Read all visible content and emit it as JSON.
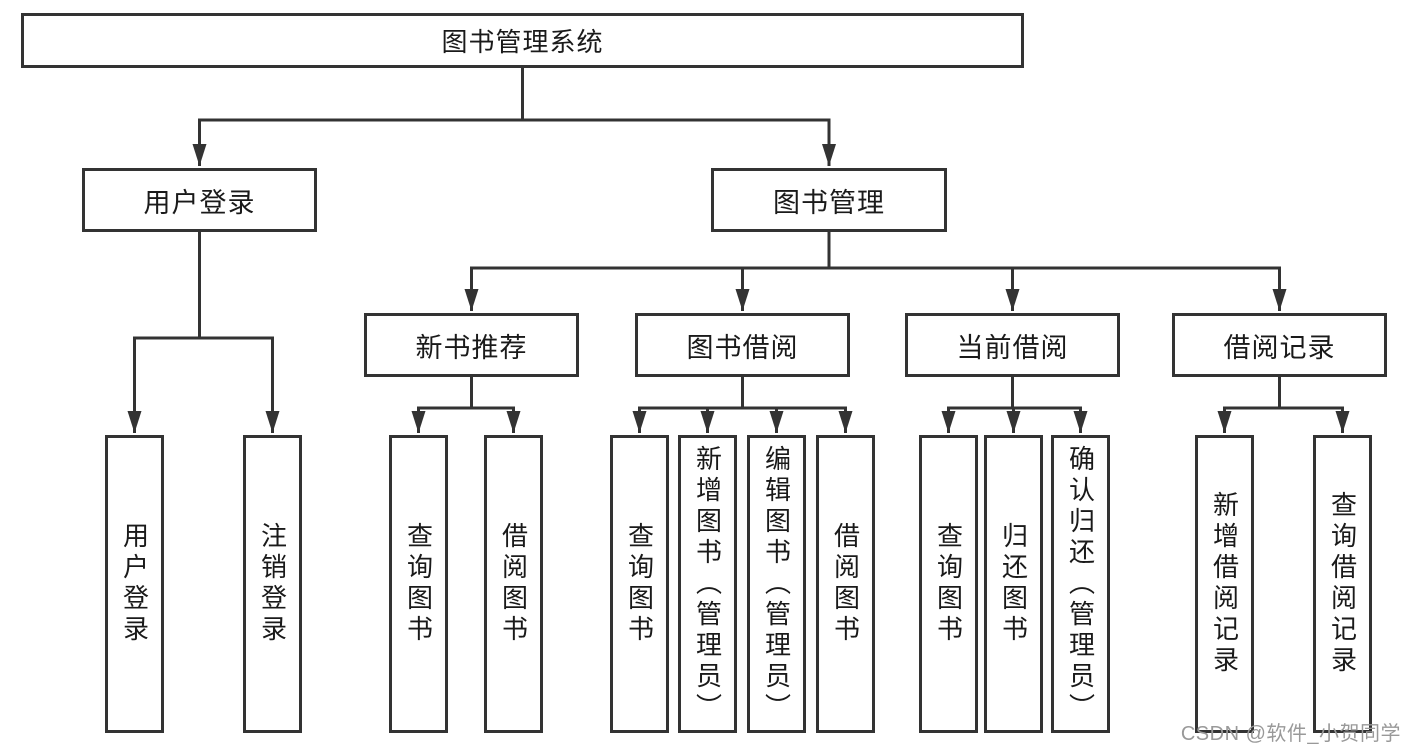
{
  "diagram": {
    "title": "图书管理系统",
    "type": "function-structure-tree"
  },
  "colors": {
    "line": "#333333",
    "border": "#333333",
    "text": "#1a1a1a",
    "background": "#ffffff",
    "watermark": "#999999"
  },
  "watermark": {
    "text": "CSDN @软件_小贺同学"
  },
  "nodes": {
    "root": {
      "label": "图书管理系统"
    },
    "user_login": {
      "label": "用户登录"
    },
    "book_mgmt": {
      "label": "图书管理"
    },
    "new_book_rec": {
      "label": "新书推荐"
    },
    "book_borrow": {
      "label": "图书借阅"
    },
    "current_borrow": {
      "label": "当前借阅"
    },
    "borrow_record": {
      "label": "借阅记录"
    },
    "leaf_user_login": {
      "label": "用户登录"
    },
    "leaf_logout": {
      "label": "注销登录"
    },
    "leaf_query_book_rec": {
      "label": "查询图书"
    },
    "leaf_borrow_book_rec": {
      "label": "借阅图书"
    },
    "leaf_query_book_borrow": {
      "label": "查询图书"
    },
    "leaf_add_book": {
      "label": "新增图书（管理员）"
    },
    "leaf_edit_book": {
      "label": "编辑图书（管理员）"
    },
    "leaf_borrow_book": {
      "label": "借阅图书"
    },
    "leaf_query_book_current": {
      "label": "查询图书"
    },
    "leaf_return_book": {
      "label": "归还图书"
    },
    "leaf_confirm_return": {
      "label": "确认归还（管理员）"
    },
    "leaf_add_record": {
      "label": "新增借阅记录"
    },
    "leaf_query_record": {
      "label": "查询借阅记录"
    }
  },
  "hierarchy": {
    "root": [
      "user_login",
      "book_mgmt"
    ],
    "user_login": [
      "leaf_user_login",
      "leaf_logout"
    ],
    "book_mgmt": [
      "new_book_rec",
      "book_borrow",
      "current_borrow",
      "borrow_record"
    ],
    "new_book_rec": [
      "leaf_query_book_rec",
      "leaf_borrow_book_rec"
    ],
    "book_borrow": [
      "leaf_query_book_borrow",
      "leaf_add_book",
      "leaf_edit_book",
      "leaf_borrow_book"
    ],
    "current_borrow": [
      "leaf_query_book_current",
      "leaf_return_book",
      "leaf_confirm_return"
    ],
    "borrow_record": [
      "leaf_add_record",
      "leaf_query_record"
    ]
  }
}
